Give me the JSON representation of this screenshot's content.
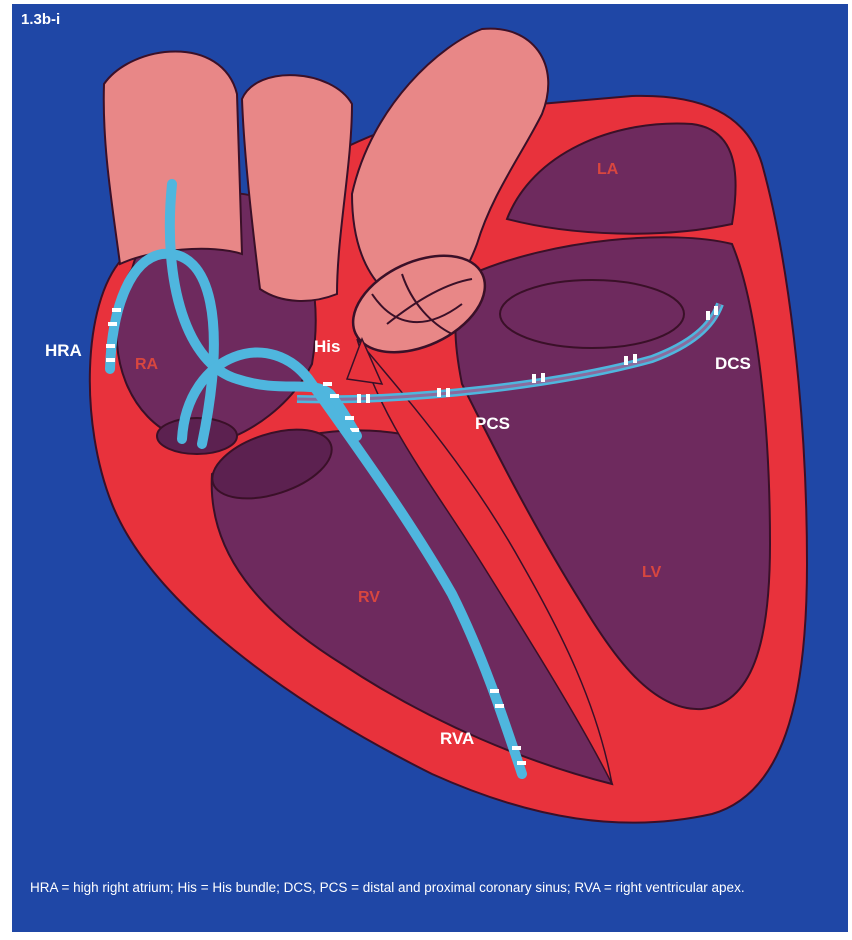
{
  "figure": {
    "id": "1.3b-i",
    "caption": "HRA = high right atrium; His = His bundle; DCS, PCS = distal and proximal coronary sinus; RVA = right ventricular apex."
  },
  "labels": {
    "hra": "HRA",
    "his": "His",
    "dcs": "DCS",
    "pcs": "PCS",
    "rva": "RVA",
    "ra": "RA",
    "la": "LA",
    "rv": "RV",
    "lv": "LV"
  },
  "colors": {
    "background": "#1f47a6",
    "myocardium": "#e8323c",
    "chamber": "#6e2a5e",
    "vessels": "#e88787",
    "catheter": "#4fb6de",
    "electrode": "#ffffff",
    "label_white": "#ffffff",
    "label_chamber": "#d8463f"
  }
}
